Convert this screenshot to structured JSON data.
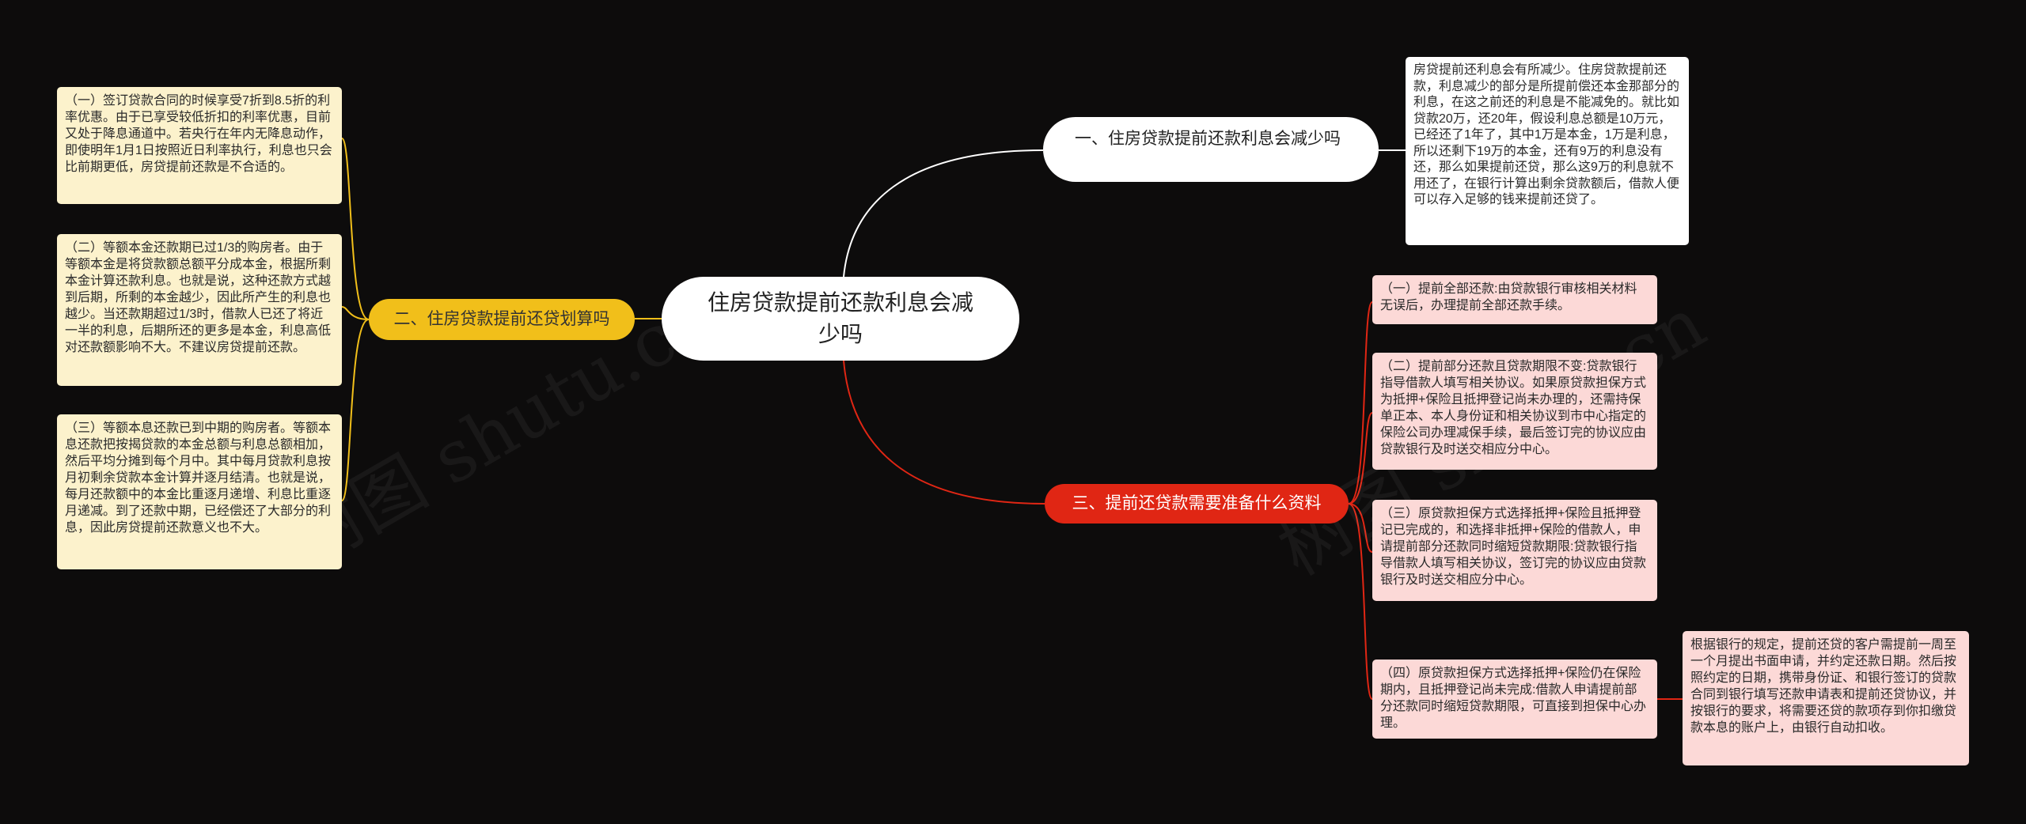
{
  "root": {
    "label": "住房贷款提前还款利息会减少吗"
  },
  "branches": {
    "b1": {
      "label": "一、住房贷款提前还款利息会减少吗",
      "leaves": [
        "房贷提前还利息会有所减少。住房贷款提前还款，利息减少的部分是所提前偿还本金那部分的利息，在这之前还的利息是不能减免的。就比如贷款20万，还20年，假设利息总额是10万元，已经还了1年了，其中1万是本金，1万是利息，所以还剩下19万的本金，还有9万的利息没有还，那么如果提前还贷，那么这9万的利息就不用还了，在银行计算出剩余贷款额后，借款人便可以存入足够的钱来提前还贷了。"
      ]
    },
    "b2": {
      "label": "二、住房贷款提前还贷划算吗",
      "leaves": [
        "（一）签订贷款合同的时候享受7折到8.5折的利率优惠。由于已享受较低折扣的利率优惠，目前又处于降息通道中。若央行在年内无降息动作，即使明年1月1日按照近日利率执行，利息也只会比前期更低，房贷提前还款是不合适的。",
        "（二）等额本金还款期已过1/3的购房者。由于等额本金是将贷款额总额平分成本金，根据所剩本金计算还款利息。也就是说，这种还款方式越到后期，所剩的本金越少，因此所产生的利息也越少。当还款期超过1/3时，借款人已还了将近一半的利息，后期所还的更多是本金，利息高低对还款额影响不大。不建议房贷提前还款。",
        "（三）等额本息还款已到中期的购房者。等额本息还款把按揭贷款的本金总额与利息总额相加，然后平均分摊到每个月中。其中每月贷款利息按月初剩余贷款本金计算并逐月结清。也就是说，每月还款额中的本金比重逐月递增、利息比重逐月递减。到了还款中期，已经偿还了大部分的利息，因此房贷提前还款意义也不大。"
      ]
    },
    "b3": {
      "label": "三、提前还贷款需要准备什么资料",
      "leaves": [
        "（一）提前全部还款:由贷款银行审核相关材料无误后，办理提前全部还款手续。",
        "（二）提前部分还款且贷款期限不变:贷款银行指导借款人填写相关协议。如果原贷款担保方式为抵押+保险且抵押登记尚未办理的，还需持保单正本、本人身份证和相关协议到市中心指定的保险公司办理减保手续，最后签订完的协议应由贷款银行及时送交相应分中心。",
        "（三）原贷款担保方式选择抵押+保险且抵押登记已完成的，和选择非抵押+保险的借款人，申请提前部分还款同时缩短贷款期限:贷款银行指导借款人填写相关协议，签订完的协议应由贷款银行及时送交相应分中心。",
        "（四）原贷款担保方式选择抵押+保险仍在保险期内，且抵押登记尚未完成:借款人申请提前部分还款同时缩短贷款期限，可直接到担保中心办理。"
      ],
      "sub_leaf": "根据银行的规定，提前还贷的客户需提前一周至一个月提出书面申请，并约定还款日期。然后按照约定的日期，携带身份证、和银行签订的贷款合同到银行填写还款申请表和提前还贷协议，并按银行的要求，将需要还贷的款项存到你扣缴贷款本息的账户上，由银行自动扣收。"
    }
  },
  "watermarks": [
    "树图 shutu.cn",
    "树图 shutu.cn"
  ],
  "colors": {
    "background": "#0d0c0c",
    "root": "#ffffff",
    "branch1": "#ffffff",
    "branch2": "#f1bf1a",
    "branch3": "#e02614",
    "leaf1": "#ffffff",
    "leaf2": "#fcf2cc",
    "leaf3": "#fcd9d7"
  }
}
